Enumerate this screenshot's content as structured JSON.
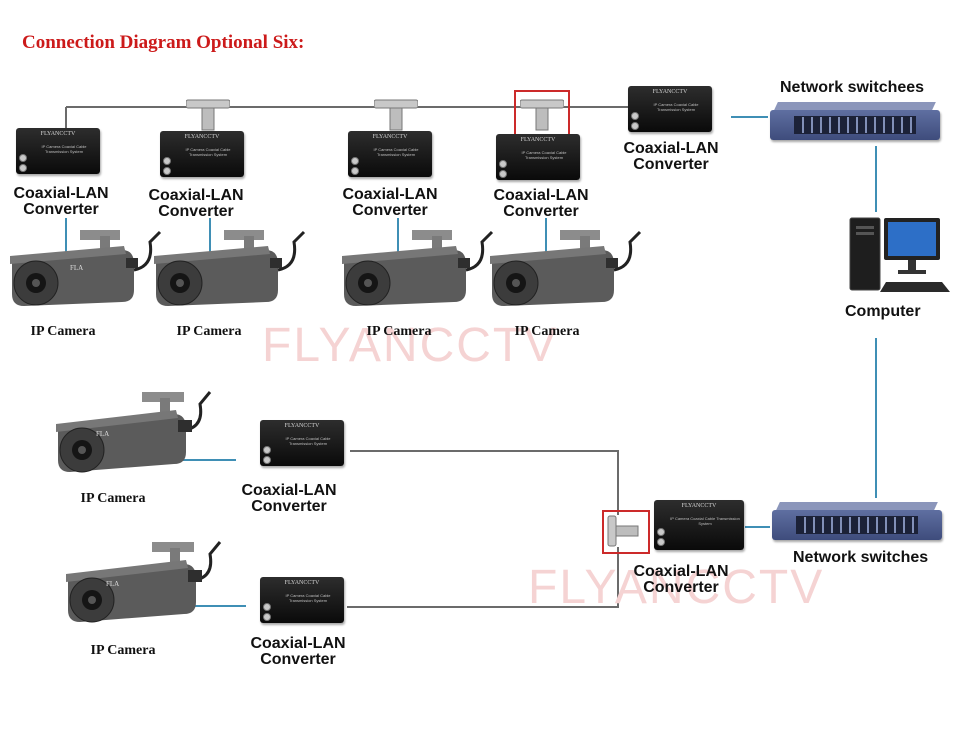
{
  "title": "Connection Diagram Optional Six:",
  "watermark": "FLYANCCTV",
  "converter": {
    "label_line1": "Coaxial-LAN",
    "label_line2": "Converter",
    "brand": "FLYANCCTV",
    "subtitle": "IP Camera Coaxial Cable Transmission System"
  },
  "camera": {
    "label": "IP Camera",
    "brand": "FLA"
  },
  "switch_top": {
    "label": "Network switchees"
  },
  "switch_bottom": {
    "label": "Network switches"
  },
  "computer": {
    "label": "Computer"
  },
  "colors": {
    "title": "#cc1a1a",
    "coax_cable": "#6b6b6b",
    "lan_cable": "#3f8fb5",
    "highlight": "#cc2a2a",
    "switch": "#4a5a8c",
    "watermark": "#f5d3d3"
  }
}
